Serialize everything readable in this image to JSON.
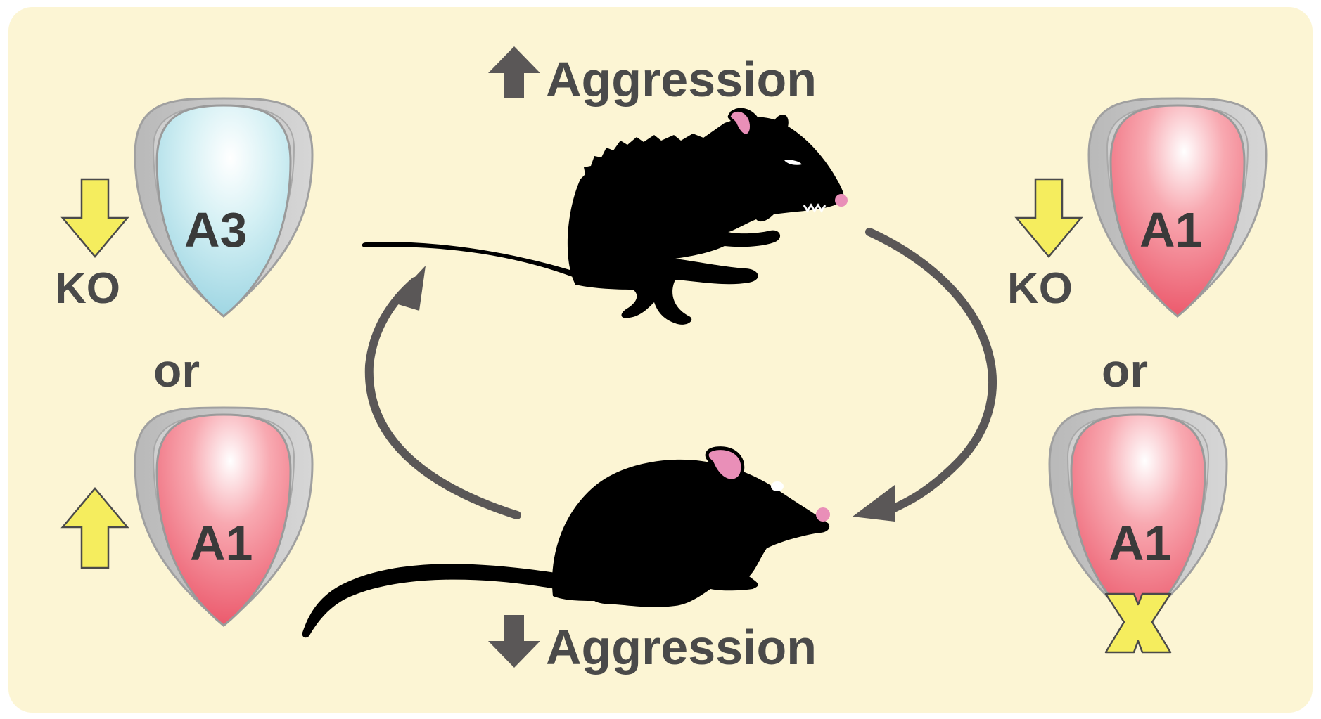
{
  "labels": {
    "aggression_top": "Aggression",
    "aggression_bottom": "Aggression",
    "left_upper_pit": "A3",
    "left_upper_mod": "KO",
    "left_or": "or",
    "left_lower_pit": "A1",
    "right_upper_pit": "A1",
    "right_upper_mod": "KO",
    "right_or": "or",
    "right_lower_pit": "A1"
  },
  "colors": {
    "background": "#fcf5d4",
    "text": "#4a4a4a",
    "arrow_gray": "#5a5757",
    "yellow": "#f5ed5e",
    "pit_blue": "#bfe6ee",
    "pit_red": "#ee6b7a",
    "pit_outline": "#a0a0a0",
    "mouse": "#000000",
    "ear_pink": "#e98fb8"
  }
}
